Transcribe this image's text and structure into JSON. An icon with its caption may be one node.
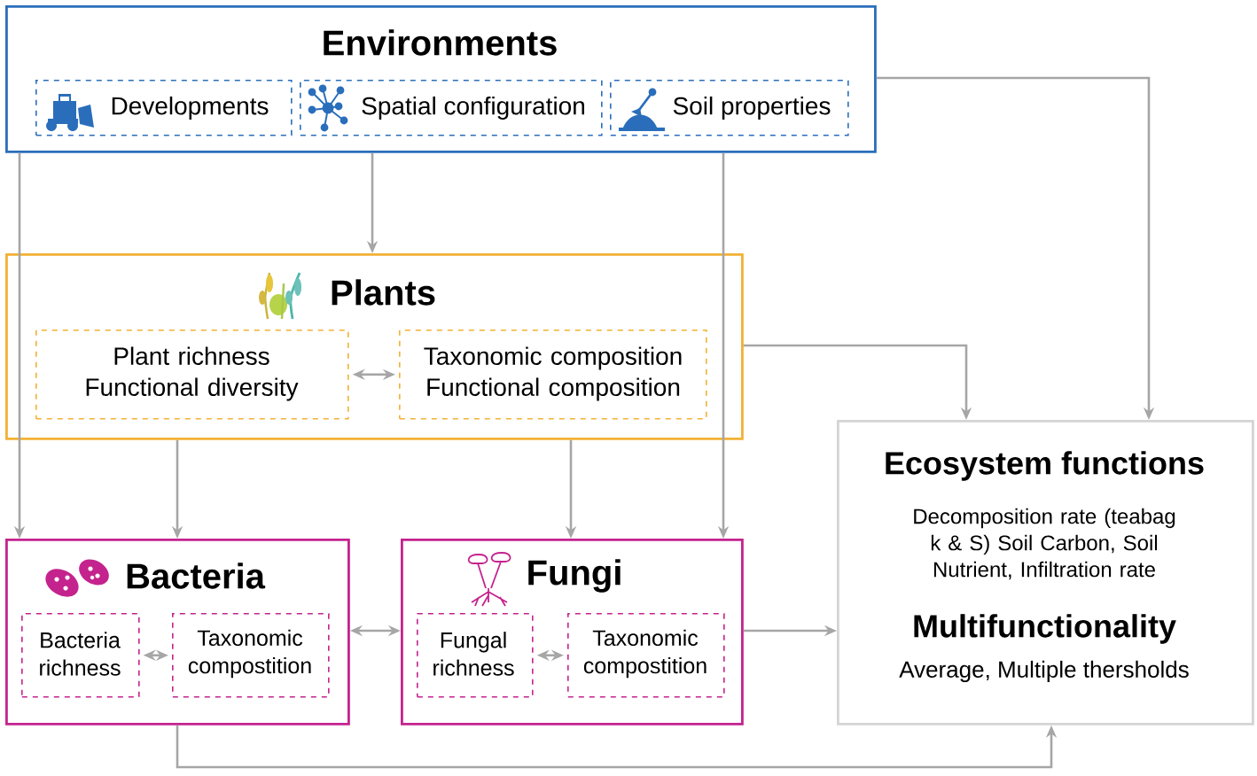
{
  "diagram": {
    "nodes": [
      {
        "text": [
          "Environments"
        ]
      },
      {
        "text": [
          "Developments"
        ],
        "in": 0
      },
      {
        "text": [
          "Spatial configuration"
        ],
        "in": 0
      },
      {
        "text": [
          "Soil properties"
        ],
        "in": 0
      },
      {
        "text": [
          "Plants"
        ]
      },
      {
        "text": [
          "Plant richness Functional diversity"
        ],
        "in": 4
      },
      {
        "text": [
          "Taxonomic composition Functional composition"
        ],
        "in": 4
      },
      {
        "text": [
          "Bacteria"
        ]
      },
      {
        "text": [
          "Bacteria richness"
        ],
        "in": 7
      },
      {
        "text": [
          "Taxonomic compostition"
        ],
        "in": 7
      },
      {
        "text": [
          "Fungi"
        ]
      },
      {
        "text": [
          "Fungal richness"
        ],
        "in": 10
      },
      {
        "text": [
          "Taxonomic compostition"
        ],
        "in": 10
      },
      {
        "text": [
          "Ecosystem functions",
          "Decomposition rate (teabag k & S) Soil Carbon, Soil Nutrient, Infiltration rate",
          "Multifunctionality",
          "Average, Multiple thersholds"
        ]
      }
    ],
    "edges": [
      {
        "from": 0,
        "to": 4,
        "arrow": "to"
      },
      {
        "from": 0,
        "to": 7,
        "arrow": "to"
      },
      {
        "from": 0,
        "to": 10,
        "arrow": "to"
      },
      {
        "from": 0,
        "to": 13,
        "arrow": "to"
      },
      {
        "from": 4,
        "to": 7,
        "arrow": "to"
      },
      {
        "from": 4,
        "to": 10,
        "arrow": "to"
      },
      {
        "from": 4,
        "to": 13,
        "arrow": "to"
      },
      {
        "from": 5,
        "to": 6,
        "arrow": "both"
      },
      {
        "from": 7,
        "to": 10,
        "arrow": "both"
      },
      {
        "from": 8,
        "to": 9,
        "arrow": "both"
      },
      {
        "from": 11,
        "to": 12,
        "arrow": "both"
      },
      {
        "from": 10,
        "to": 13,
        "arrow": "to"
      },
      {
        "from": 7,
        "to": 13,
        "arrow": "to"
      }
    ]
  }
}
